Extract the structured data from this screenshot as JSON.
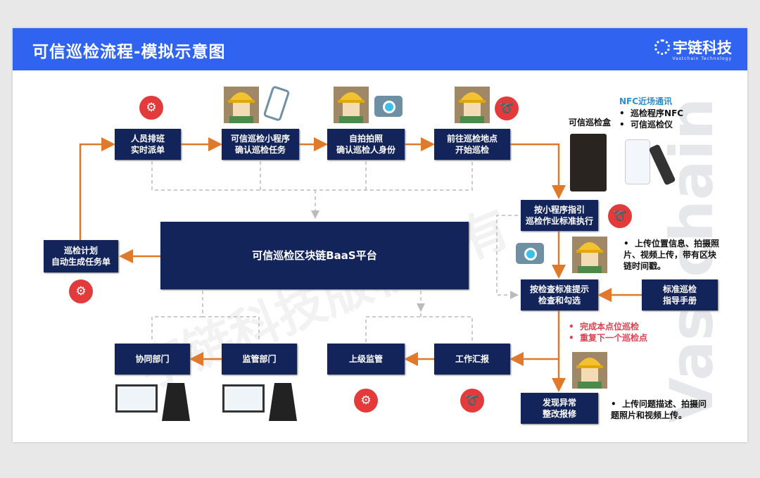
{
  "header": {
    "title": "可信巡检流程-模拟示意图",
    "logo_text": "宇链科技",
    "logo_sub": "Vastchain Technology"
  },
  "boxes": {
    "schedule": [
      "人员排班",
      "实时派单"
    ],
    "miniapp": [
      "可信巡检小程序",
      "确认巡检任务"
    ],
    "selfie": [
      "自拍拍照",
      "确认巡检人身份"
    ],
    "goto": [
      "前往巡检地点",
      "开始巡检"
    ],
    "platform": "可信巡检区块链BaaS平台",
    "plan": [
      "巡检计划",
      "自动生成任务单"
    ],
    "guide": [
      "按小程序指引",
      "巡检作业标准执行"
    ],
    "check": [
      "按检查标准提示",
      "检查和勾选"
    ],
    "manual": [
      "标准巡检",
      "指导手册"
    ],
    "coop": "协同部门",
    "supervise": "监管部门",
    "superior": "上级监管",
    "report": "工作汇报",
    "issue": [
      "发现异常",
      "整改报修"
    ]
  },
  "nfc": {
    "box_label": "可信巡检盒",
    "title": "NFC近场通讯",
    "items": [
      "巡检程序NFC",
      "可信巡检仪"
    ]
  },
  "notes": {
    "upload": "上传位置信息、拍摄照片、视频上传，带有区块链时间戳。",
    "complete": [
      "完成本点位巡检",
      "重复下一个巡检点"
    ],
    "issue_upload": "上传问题描述、拍摄问题照片和视频上传。"
  },
  "watermark": {
    "cn": "宇链科技版权所有",
    "en": "Vastchain"
  },
  "colors": {
    "header": "#2f63f0",
    "box": "#13245a",
    "arrow": "#e07a2a",
    "icon": "#e33b3b"
  }
}
